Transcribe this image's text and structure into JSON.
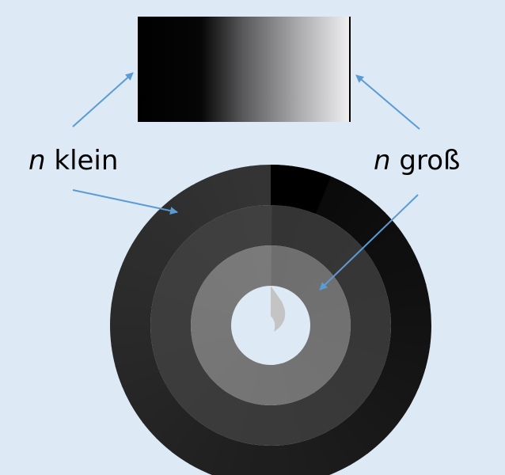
{
  "labels": {
    "left": {
      "variable": "n",
      "text": "klein"
    },
    "right": {
      "variable": "n",
      "text": "groß"
    }
  },
  "colors": {
    "background": "#dde9f5",
    "arrow": "#5b9bd5",
    "gradient_start": "#000000",
    "gradient_end": "#f0f0f0"
  }
}
